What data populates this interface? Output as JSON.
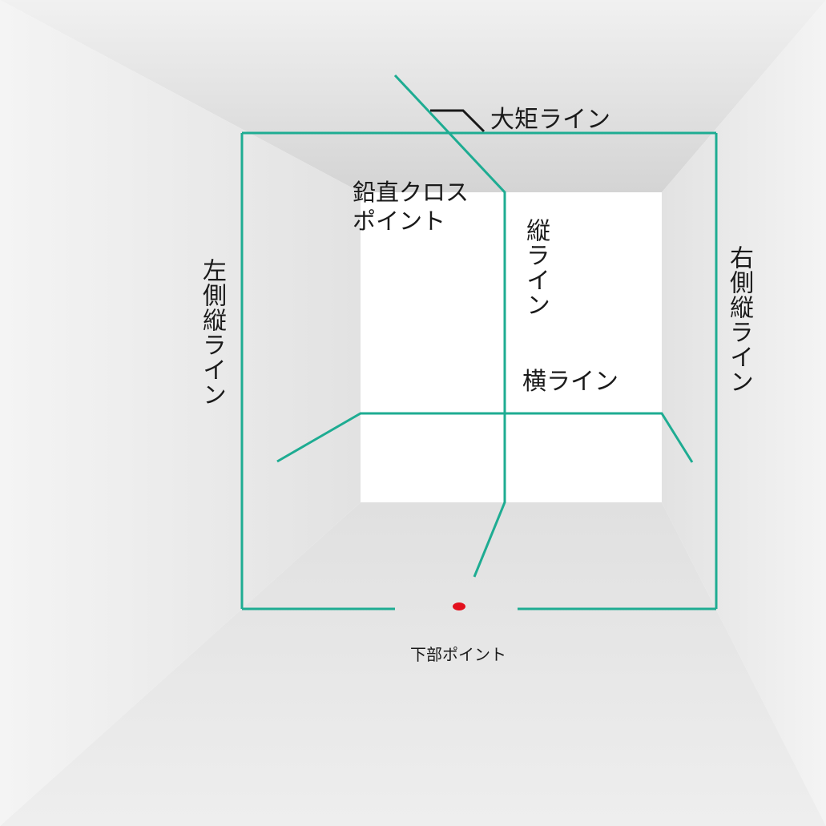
{
  "colors": {
    "laser_line": "#1eac92",
    "bottom_point": "#e3101d",
    "leader": "#1a1a1a",
    "text": "#1a1a1a",
    "back_wall": "#ffffff",
    "ceiling": "#d8d8d8",
    "side_wall": "#e9e9e9",
    "floor": "#e4e4e4"
  },
  "labels": {
    "ceiling_line": "大矩ライン",
    "plumb_cross_point": "鉛直クロス\nポイント",
    "vertical_line": "縦ライン",
    "horizontal_line": "横ライン",
    "left_vertical_line": "左側縦ライン",
    "right_vertical_line": "右側縦ライン",
    "bottom_point": "下部ポイント"
  }
}
